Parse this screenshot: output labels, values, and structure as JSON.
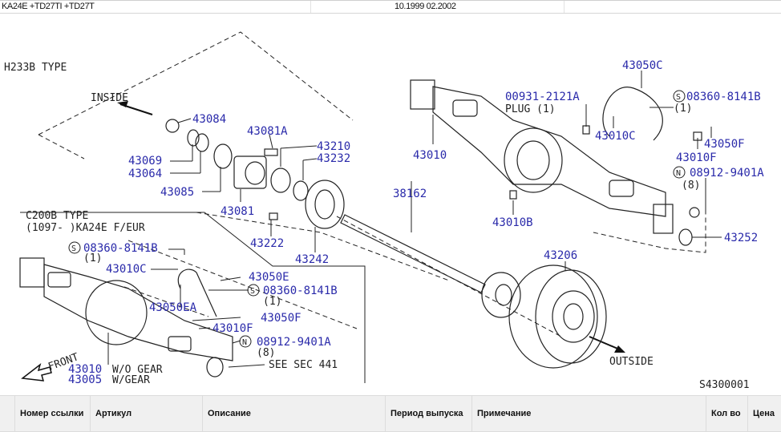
{
  "header": {
    "models": "KA24E +TD27TI +TD27T",
    "period": "10.1999   02.2002"
  },
  "diagram": {
    "code": "S4300001",
    "sections": {
      "h233b": "H233B TYPE",
      "c200b_line1": "C200B TYPE",
      "c200b_line2": "(1097-     )KA24E F/EUR"
    },
    "directions": {
      "inside": "INSIDE",
      "outside": "OUTSIDE",
      "front": "FRONT"
    },
    "callouts": [
      {
        "part": "43084"
      },
      {
        "part": "43069"
      },
      {
        "part": "43064"
      },
      {
        "part": "43085"
      },
      {
        "part": "43081A"
      },
      {
        "part": "43081"
      },
      {
        "part": "43210"
      },
      {
        "part": "43232"
      },
      {
        "part": "43222"
      },
      {
        "part": "43242"
      },
      {
        "part": "38162"
      },
      {
        "part": "43010"
      },
      {
        "part": "00931-2121A"
      },
      {
        "part": "43010C"
      },
      {
        "part": "43050C"
      },
      {
        "part": "08360-8141B"
      },
      {
        "part": "43050F"
      },
      {
        "part": "43010F"
      },
      {
        "part": "08912-9401A"
      },
      {
        "part": "43010B"
      },
      {
        "part": "43252"
      },
      {
        "part": "43206"
      },
      {
        "part": "08360-8141B"
      },
      {
        "part": "43010C"
      },
      {
        "part": "43050E"
      },
      {
        "part": "08360-8141B"
      },
      {
        "part": "43050EA"
      },
      {
        "part": "43050F"
      },
      {
        "part": "43010F"
      },
      {
        "part": "08912-9401A"
      },
      {
        "part": "43010"
      },
      {
        "part": "43005"
      }
    ],
    "notes": {
      "plug": "PLUG (1)",
      "qty1_a": "(1)",
      "qty8_a": "(8)",
      "qty1_b": "(1)",
      "qty1_c": "(1)",
      "qty8_b": "(8)",
      "see_sec": "SEE SEC 441",
      "wo_gear": "W/O GEAR",
      "w_gear": "W/GEAR",
      "s_mark": "S",
      "n_mark": "N"
    }
  },
  "table": {
    "columns": [
      "",
      "Номер ссылки",
      "Артикул",
      "Описание",
      "Период выпуска",
      "Примечание",
      "Кол во",
      "Цена"
    ]
  }
}
